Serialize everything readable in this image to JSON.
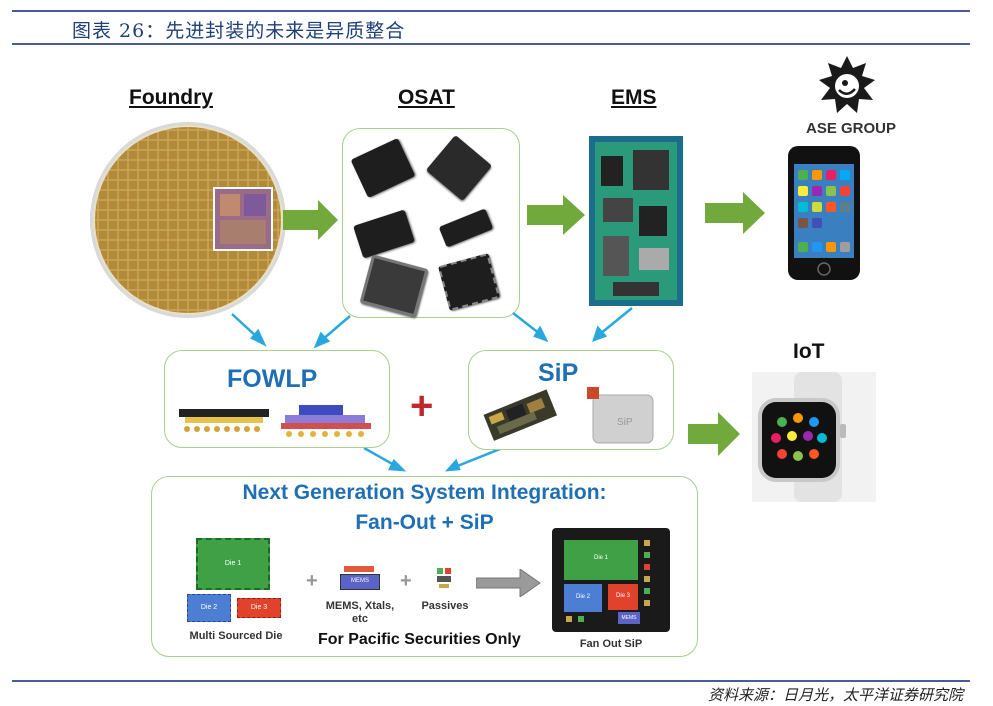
{
  "header": {
    "title": "图表 26：先进封装的未来是异质整合"
  },
  "columns": {
    "foundry": "Foundry",
    "osat": "OSAT",
    "ems": "EMS"
  },
  "brand": {
    "name": "ASE GROUP"
  },
  "iot": {
    "label": "IoT"
  },
  "fowlp": {
    "label": "FOWLP"
  },
  "sip": {
    "label": "SiP",
    "module_text": "SiP"
  },
  "plus": {
    "symbol": "+"
  },
  "next_gen": {
    "title_line1": "Next Generation System Integration:",
    "title_line2": "Fan-Out + SiP",
    "die1": "Die 1",
    "die2": "Die 2",
    "die3": "Die 3",
    "mems_chip": "MEMS",
    "multi_sourced": "Multi Sourced Die",
    "mems_label": "MEMS, Xtals,",
    "mems_label2": "etc",
    "passives": "Passives",
    "plus": "+",
    "fanout_die1": "Die 1",
    "fanout_die2": "Die 2",
    "fanout_die3": "Die 3",
    "fanout_mems": "MEMS",
    "fanout_caption": "Fan Out SiP",
    "disclaimer": "For Pacific Securities Only"
  },
  "footer": {
    "source": "资料来源：日月光，太平洋证券研究院"
  },
  "colors": {
    "green_arrow": "#72a93d",
    "blue_arrow": "#29a7df",
    "title_blue": "#1f6fb5",
    "panel_border": "#a8d08d",
    "header_blue": "#1f3f7a"
  }
}
